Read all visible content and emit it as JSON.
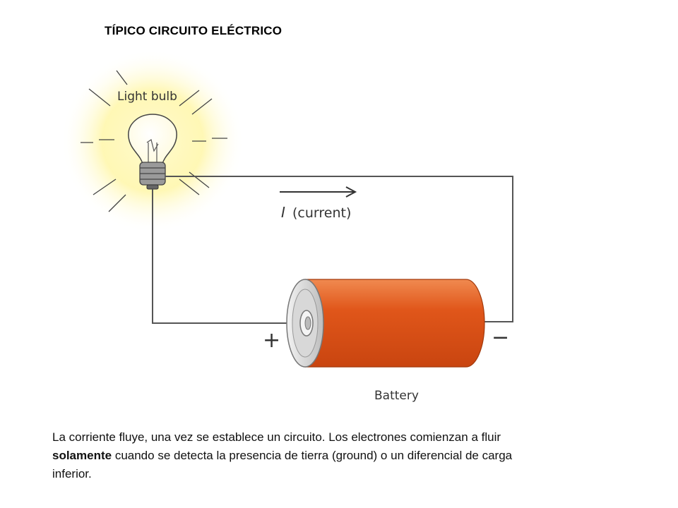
{
  "title": "TÍPICO CIRCUITO ELÉCTRICO",
  "diagram": {
    "bulb_label": "Light bulb",
    "current_symbol": "I",
    "current_label": "(current)",
    "battery_label": "Battery",
    "plus_sign": "+",
    "minus_sign": "−",
    "colors": {
      "battery_body": "#e0561a",
      "glow": "#fff8b0",
      "wire": "#555555"
    }
  },
  "caption": {
    "part1": "La corriente fluye, una vez se establece un circuito. Los electrones comienzan a fluir ",
    "bold": "solamente",
    "part2": " cuando se detecta la presencia de tierra (ground) o un diferencial de carga inferior."
  }
}
